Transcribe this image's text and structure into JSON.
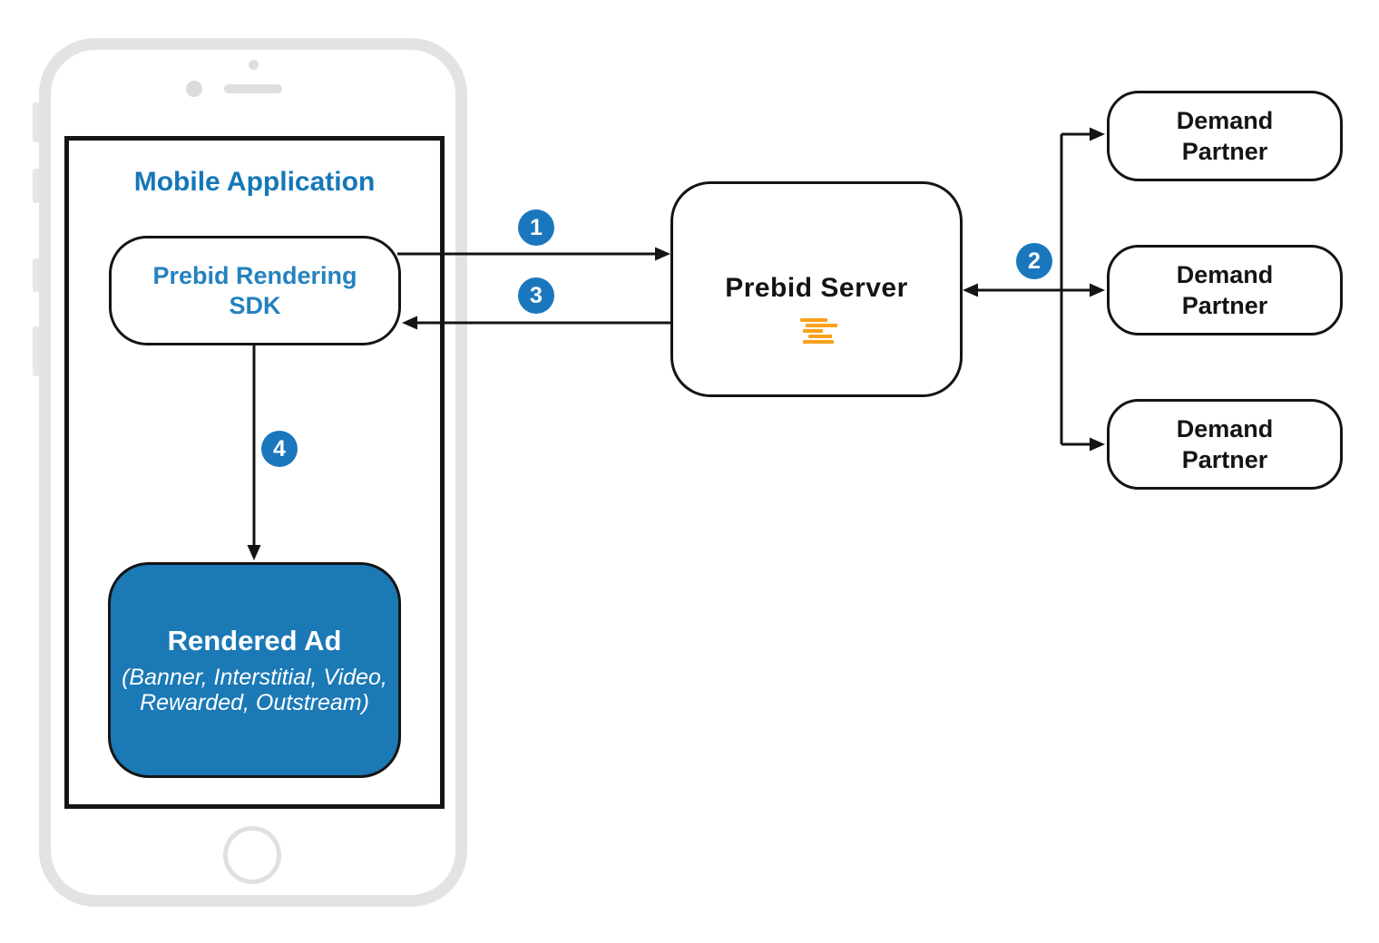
{
  "mobile_app": {
    "title": "Mobile Application"
  },
  "sdk": {
    "label_line1": "Prebid Rendering",
    "label_line2": "SDK"
  },
  "rendered_ad": {
    "title": "Rendered Ad",
    "subtitle_line1": "(Banner, Interstitial, Video,",
    "subtitle_line2": "Rewarded, Outstream)"
  },
  "prebid_server": {
    "title": "Prebid Server"
  },
  "demand_partners": [
    {
      "line1": "Demand",
      "line2": "Partner"
    },
    {
      "line1": "Demand",
      "line2": "Partner"
    },
    {
      "line1": "Demand",
      "line2": "Partner"
    }
  ],
  "step_badges": [
    "1",
    "2",
    "3",
    "4"
  ],
  "icons": {
    "prebid_server_logo": "prebid-stacked-lines-icon"
  },
  "colors": {
    "accent_blue": "#1577B8",
    "sdk_blue": "#2482BE",
    "box_blue": "#1B79B6",
    "badge_blue": "#1B77BD",
    "orange": "#F9A11C",
    "ink": "#141414",
    "phone_gray": "#E3E3E6"
  }
}
